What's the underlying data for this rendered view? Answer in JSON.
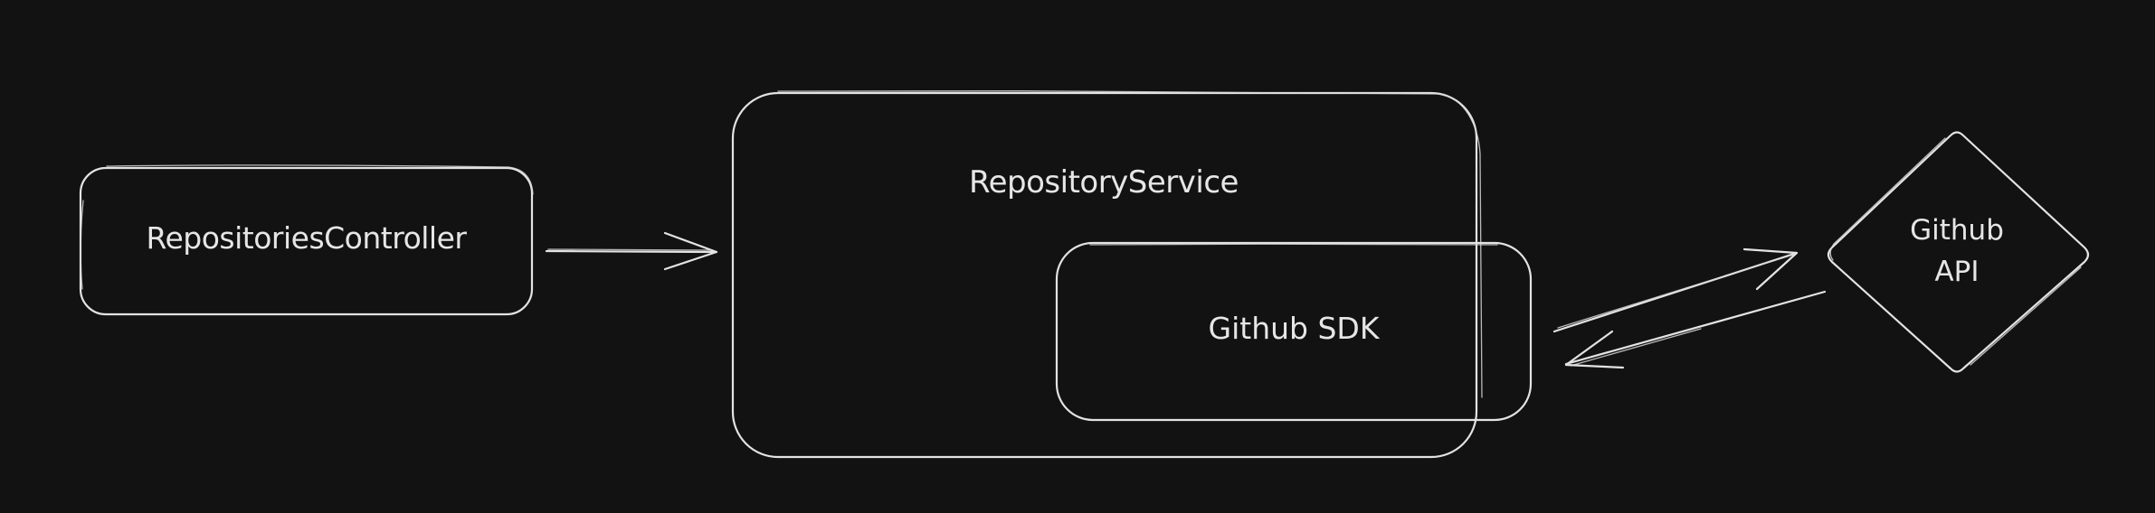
{
  "diagram": {
    "background": "#121212",
    "stroke_color": "#e3e3e3",
    "text_color": "#e6e6e6",
    "nodes": {
      "controller": {
        "label": "RepositoriesController",
        "shape": "rounded-rectangle"
      },
      "service": {
        "label": "RepositoryService",
        "shape": "rounded-rectangle"
      },
      "sdk": {
        "label": "Github SDK",
        "shape": "rounded-rectangle",
        "parent": "service"
      },
      "api": {
        "label_line1": "Github",
        "label_line2": "API",
        "shape": "diamond"
      }
    },
    "edges": [
      {
        "from": "controller",
        "to": "service",
        "type": "arrow"
      },
      {
        "from": "sdk",
        "to": "api",
        "type": "arrow"
      },
      {
        "from": "api",
        "to": "sdk",
        "type": "arrow"
      }
    ]
  }
}
